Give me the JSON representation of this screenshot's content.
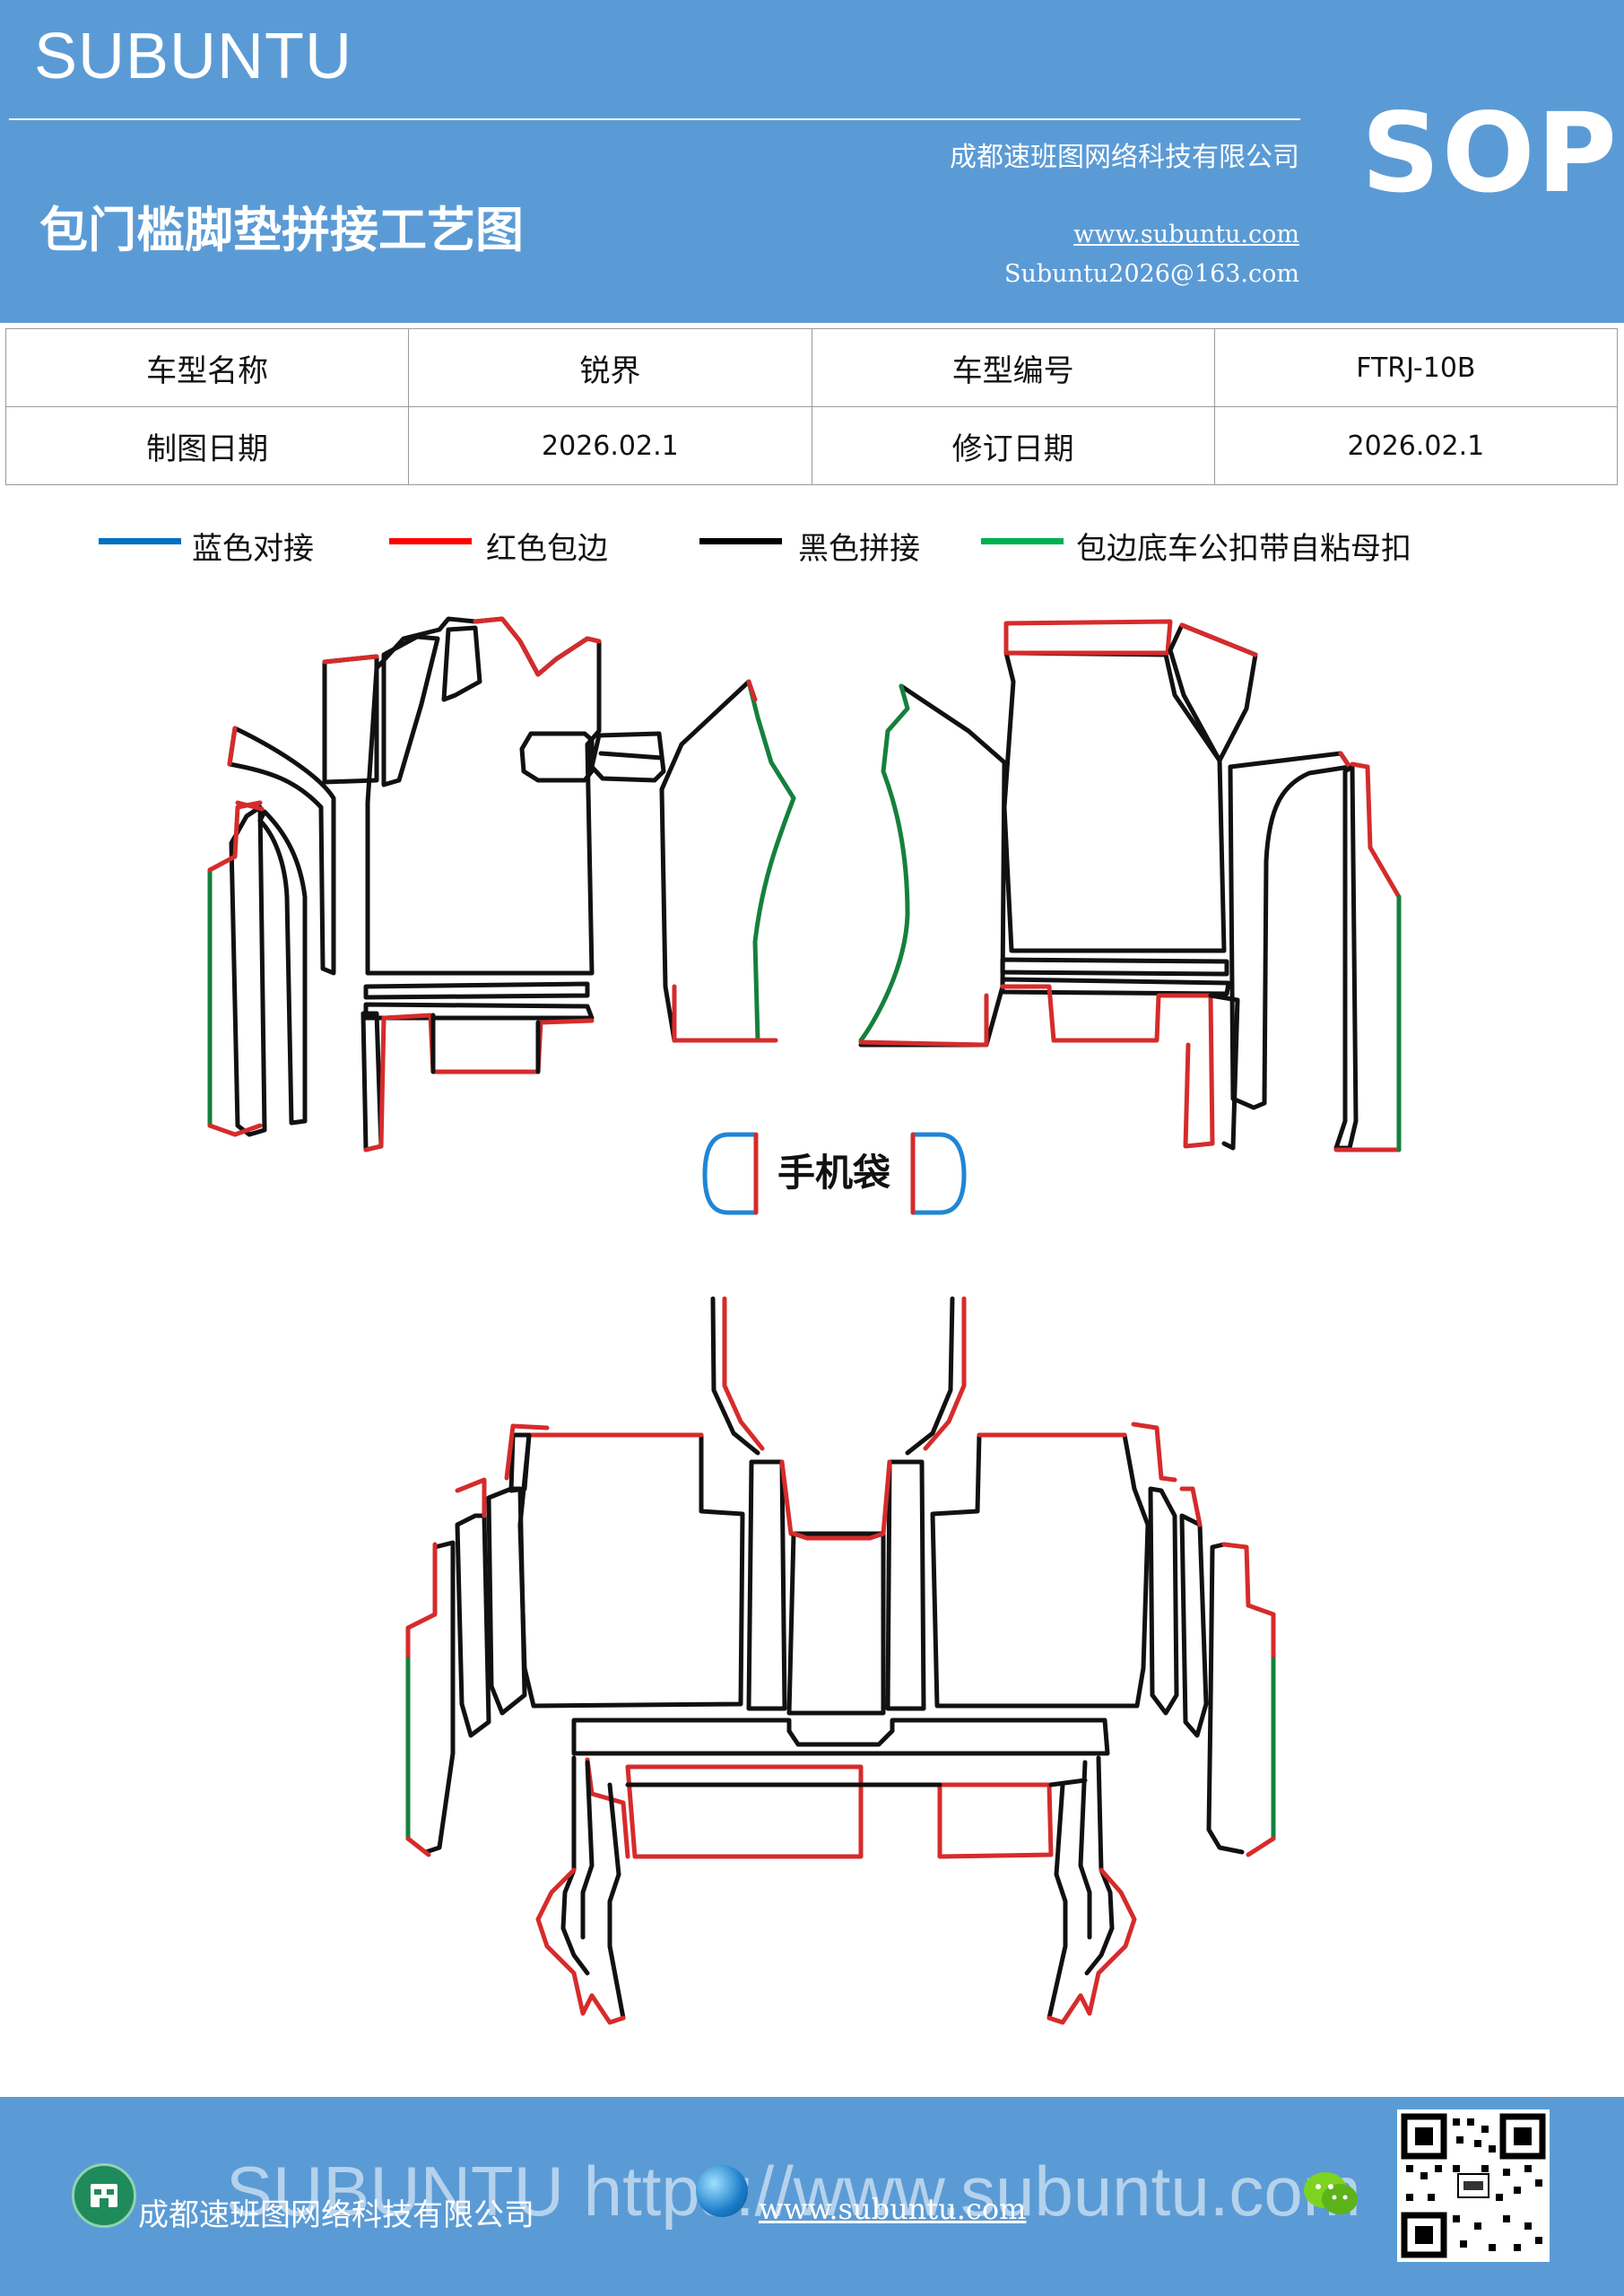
{
  "header": {
    "brand": "SUBUNTU",
    "title": "包门槛脚垫拼接工艺图",
    "company": "成都速班图网络科技有限公司",
    "website": "www.subuntu.com",
    "email": "Subuntu2026@163.com",
    "sop": "SOP"
  },
  "info": {
    "row1": [
      "车型名称",
      "锐界",
      "车型编号",
      "FTRJ-10B"
    ],
    "row2": [
      "制图日期",
      "2026.02.1",
      "修订日期",
      "2026.02.1"
    ]
  },
  "legend": [
    {
      "label": "蓝色对接",
      "color": "#0070c0"
    },
    {
      "label": "红色包边",
      "color": "#ff0000"
    },
    {
      "label": "黑色拼接",
      "color": "#000000"
    },
    {
      "label": "包边底车公扣带自粘母扣",
      "color": "#00b050"
    }
  ],
  "diagram": {
    "phone_pocket_label": "手机袋",
    "colors": {
      "blue": "#1f86d6",
      "red": "#d62b2b",
      "black": "#111111",
      "green": "#15803d"
    }
  },
  "footer": {
    "watermark": "SUBUNTU https://www.subuntu.com",
    "company": "成都速班图网络科技有限公司",
    "website": "www.subuntu.com",
    "icons": [
      "company-icon",
      "globe-icon",
      "wechat-icon",
      "qr-code"
    ]
  }
}
